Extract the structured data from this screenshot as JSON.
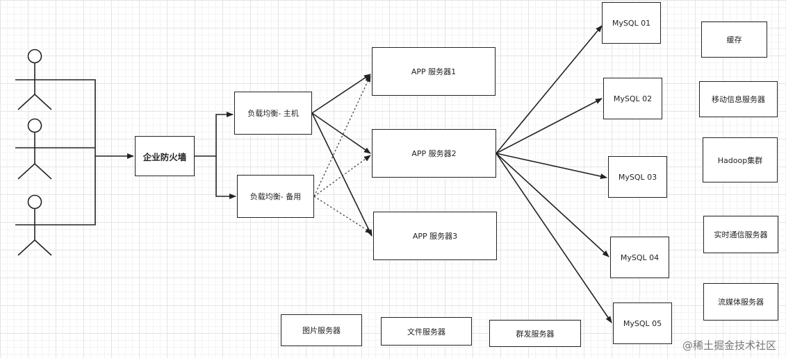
{
  "firewall": "企业防火墙",
  "load_balancers": [
    "负载均衡- 主机",
    "负载均衡- 备用"
  ],
  "app_servers": [
    "APP 服务器1",
    "APP 服务器2",
    "APP 服务器3"
  ],
  "mysql": [
    "MySQL 01",
    "MySQL 02",
    "MySQL 03",
    "MySQL 04",
    "MySQL 05"
  ],
  "right_services": [
    "缓存",
    "移动信息服务器",
    "Hadoop集群",
    "实时通信服务器",
    "流媒体服务器"
  ],
  "bottom_services": [
    "图片服务器",
    "文件服务器",
    "群发服务器"
  ],
  "watermark": "@稀土掘金技术社区",
  "users": [
    "user",
    "user",
    "user"
  ]
}
